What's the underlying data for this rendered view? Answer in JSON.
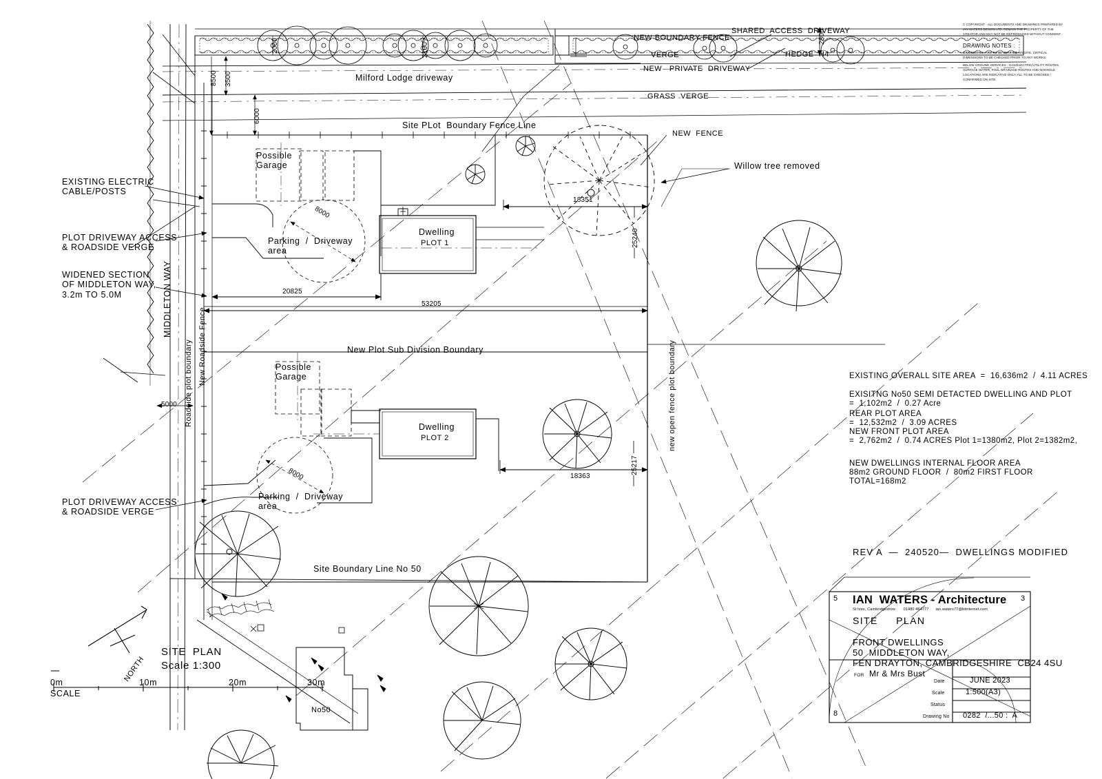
{
  "drawing": {
    "title": "SITE  PLAN",
    "scale_note": "Scale 1:300",
    "site_plan_label": "SITE  PLAN",
    "north_label": "NORTH",
    "scale_bar_word": "SCALE",
    "scale_ticks": [
      "0m",
      "10m",
      "20m",
      "30m"
    ],
    "revision": "REV A  —  240520—  DWELLINGS MODIFIED"
  },
  "plan_labels": {
    "milford_lodge_driveway": "Milford Lodge driveway",
    "new_boundary_fence": "NEW BOUNDARY FENCE",
    "shared_access_driveway": "SHARED  ACCESS  DRIVEWAY",
    "hedge": "HEDGE  H4",
    "verge": "VERGE",
    "new_private_driveway": "NEW   PRIVATE  DRIVEWAY",
    "grass_verge": "GRASS  VERGE",
    "site_plot_boundary_fence_line": "Site PLot  Boundary Fence Line",
    "new_fence": "NEW  FENCE",
    "willow_tree_removed": "Willow tree removed",
    "new_plot_sub_division_boundary": "New Plot Sub Division Boundary",
    "site_boundary_line_no50": "Site Boundary Line No 50",
    "possible_garage": "Possible\nGarage",
    "parking_driveway_area": "Parking  /  Driveway\narea",
    "dwelling": "Dwelling",
    "plot1": "PLOT 1",
    "plot2": "PLOT 2",
    "no50": "No50",
    "middleton_way": "MIDDLETON WAY",
    "roadside_plot_boundary": "Roadside plot boundary",
    "new_roadside_fence": "New Roadside Fence",
    "new_open_fence_plot_boundary": "new open fence plot boundary"
  },
  "callouts": [
    {
      "id": "existing-electric",
      "text": "EXISTING ELECTRIC\nCABLE/POSTS"
    },
    {
      "id": "plot-driveway-access-top",
      "text": "PLOT DRIVEWAY ACCESS\n& ROADSIDE VERGE"
    },
    {
      "id": "widened-section",
      "text": "WIDENED SECTION\nOF MIDDLETON WAY,\n3.2m TO 5.0M"
    },
    {
      "id": "plot-driveway-access-bottom",
      "text": "PLOT DRIVEWAY ACCESS\n& ROADSIDE VERGE"
    }
  ],
  "dimensions": {
    "d_2800": "2800",
    "d_2000_a": "2000",
    "d_2100": "2100",
    "d_8500": "8500",
    "d_3500": "3500",
    "d_6000_top": "6000",
    "d_8000_plot1": "8000",
    "d_8000_plot2": "8000",
    "d_20825": "20825",
    "d_53205": "53205",
    "d_18351": "18351",
    "d_25240": "25240",
    "d_18363": "18363",
    "d_25217": "25217",
    "d_5000": "5000"
  },
  "area_notes": {
    "lines": [
      "EXISTING OVERALL SITE AREA  =  16,636m2  /  4.11 ACRES",
      "",
      "EXISITNG No50 SEMI DETACTED DWELLING AND PLOT",
      "=  1,102m2  /  0.27 Acre",
      "REAR PLOT AREA",
      "=  12,532m2  /  3.09 ACRES",
      "NEW FRONT PLOT AREA",
      "=  2,762m2  /  0.74 ACRES Plot 1=1380m2, Plot 2=1382m2,"
    ],
    "floor_lines": [
      "NEW DWELLINGS INTERNAL FLOOR AREA",
      "88m2 GROUND FLOOR  /  80m2 FIRST FLOOR",
      "TOTAL=168m2"
    ]
  },
  "copyright_block": {
    "copyright": "©  COPYRIGHT - ALL DOCUMENTS AND DRAWINGS PREPARED BY IAN WATERS DESIGN LTD. REMAIN THE PROPERTY OF THE CREATOR AND MAY NOT BE REPRODUCED WITHOUT CONSENT.",
    "heading": "DRAWING NOTES :",
    "note1": "DIMENSIONS : ARE TO BE VERIFIED ON SITE, CRITICAL DIMENSIONS TO BE CHECKED PRIOR TO ANY WORKS.",
    "note2": "BELOW GROUND SERVICES : GAS/ELECTRIC/UTILITY ROUTES, SURFACE WATER, FOUL DRAINAGE ROUTES AND MANHOLE LOCATIONS ARE INDICATIVE ONLY, ALL TO BE CHECKED / CONFIRMED ON SITE."
  },
  "title_block": {
    "practice": "IAN  WATERS - Architecture",
    "practice_sub": "St Ives, Cambridgeshire.      01480 464777      ian.waters77@btinternet.com",
    "drawing_title": "SITE     PLAN",
    "project_lines": [
      "FRONT DWELLINGS",
      "50  MIDDLETON WAY,",
      "FEN DRAYTON, CAMBRIDGESHIRE  CB24 4SU"
    ],
    "for_label": "FOR",
    "client": "Mr & Mrs Bust",
    "fields": [
      {
        "label": "Date",
        "value": "JUNE 2023"
      },
      {
        "label": "Scale",
        "value": "1:500(A3)"
      },
      {
        "label": "Status",
        "value": ""
      },
      {
        "label": "Drawing No",
        "value": "0282  /...50 :  A"
      }
    ],
    "corner_marks": {
      "tl": "5",
      "tr": "3",
      "bl": "8",
      "br": ""
    }
  }
}
